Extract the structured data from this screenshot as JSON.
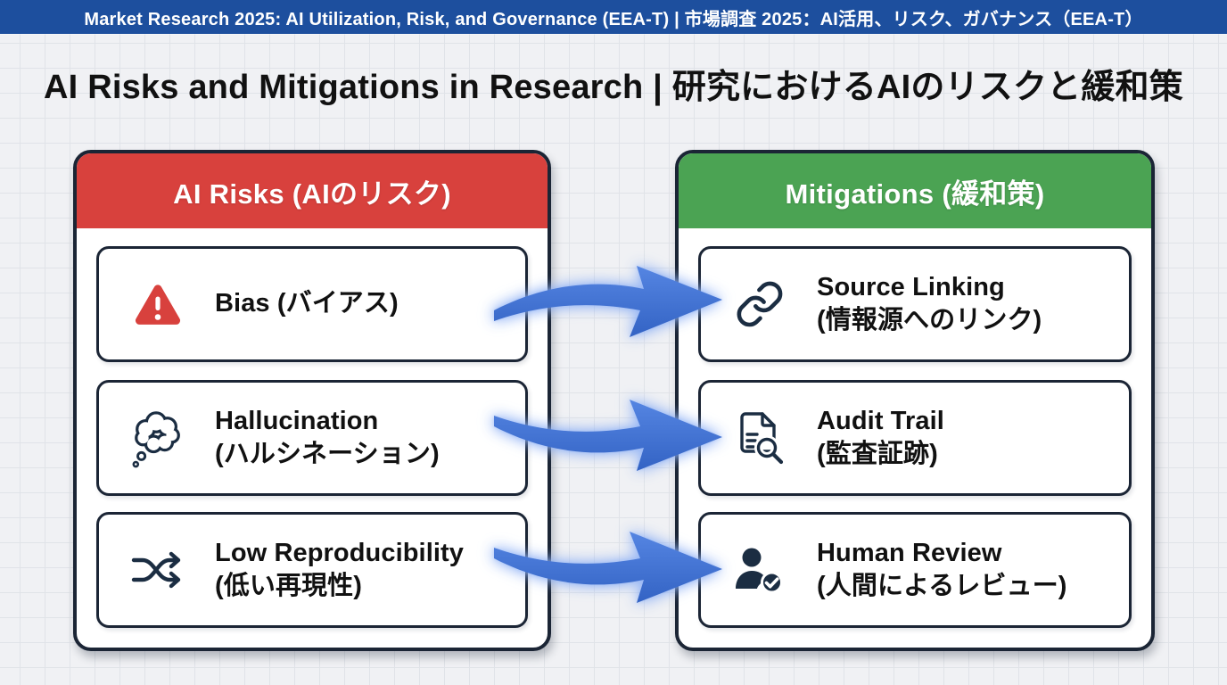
{
  "banner": {
    "title": "Market Research 2025: AI Utilization, Risk, and Governance (EEA-T) | 市場調査 2025：AI活用、リスク、ガバナンス（EEA-T）"
  },
  "title": "AI Risks and Mitigations in Research | 研究におけるAIのリスクと緩和策",
  "risks": {
    "header": "AI Risks (AIのリスク)",
    "items": [
      {
        "en": "Bias",
        "ja": "(バイアス)",
        "icon": "warning-triangle-icon"
      },
      {
        "en": "Hallucination",
        "ja": "(ハルシネーション)",
        "icon": "thought-bubble-icon"
      },
      {
        "en": "Low Reproducibility",
        "ja": "(低い再現性)",
        "icon": "shuffle-icon"
      }
    ]
  },
  "mitigations": {
    "header": "Mitigations (緩和策)",
    "items": [
      {
        "en": "Source Linking",
        "ja": "(情報源へのリンク)",
        "icon": "link-icon"
      },
      {
        "en": "Audit Trail",
        "ja": "(監査証跡)",
        "icon": "audit-document-icon"
      },
      {
        "en": "Human Review",
        "ja": "(人間によるレビュー)",
        "icon": "person-check-icon"
      }
    ]
  },
  "arrows": [
    {
      "from": "Bias",
      "to": "Source Linking"
    },
    {
      "from": "Hallucination",
      "to": "Audit Trail"
    },
    {
      "from": "Low Reproducibility",
      "to": "Human Review"
    }
  ],
  "colors": {
    "banner": "#1D4F9E",
    "risk": "#D8413D",
    "mitigation": "#4BA353",
    "arrowLight": "#5585E2",
    "arrowDark": "#3363C4",
    "border": "#1B2535",
    "bg": "#F0F1F4",
    "grid": "#E0E3E8",
    "text": "#111111",
    "glow": "rgba(140,175,245,0.9)"
  }
}
